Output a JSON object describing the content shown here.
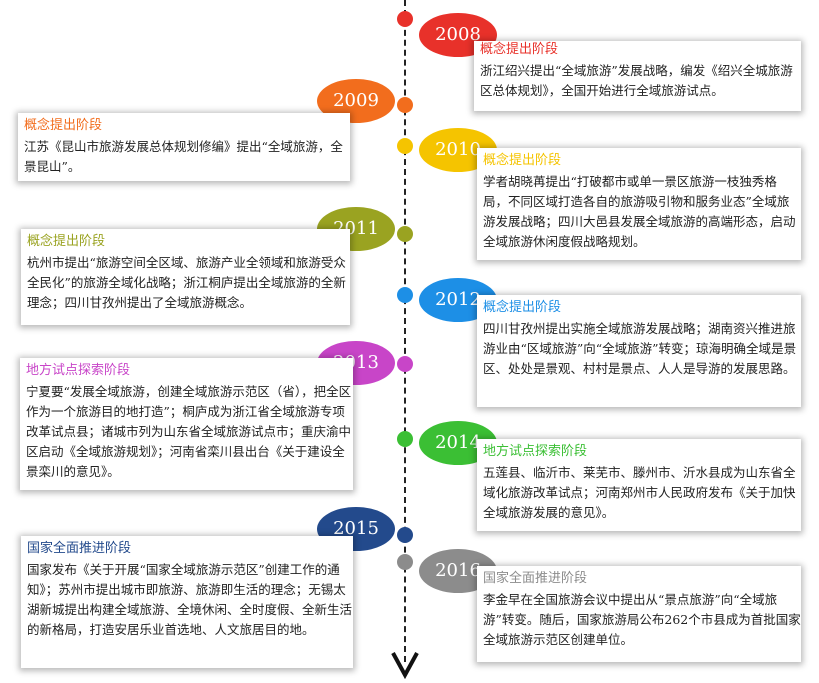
{
  "colors": {
    "2008": "#e8312a",
    "2009": "#f26d1d",
    "2010": "#f5c400",
    "2011": "#9aa321",
    "2012": "#1d8fe6",
    "2013": "#c845c8",
    "2014": "#3bbf34",
    "2015": "#234a8c",
    "2016": "#8c8c8c"
  },
  "entries": [
    {
      "year": "2008",
      "stage": "概念提出阶段",
      "text": "浙江绍兴提出“全域旅游”发展战略，编发《绍兴全城旅游区总体规划》，全国开始进行全域旅游试点。"
    },
    {
      "year": "2009",
      "stage": "概念提出阶段",
      "text": "江苏《昆山市旅游发展总体规划修编》提出“全域旅游，全景昆山”。"
    },
    {
      "year": "2010",
      "stage": "概念提出阶段",
      "text": "学者胡晓苒提出“打破都市或单一景区旅游一枝独秀格局，不同区域打造各自的旅游吸引物和服务业态”全域旅游发展战略；四川大邑县发展全域旅游的高端形态，启动全域旅游休闲度假战略规划。"
    },
    {
      "year": "2011",
      "stage": "概念提出阶段",
      "text": "杭州市提出“旅游空间全区域、旅游产业全领域和旅游受众全民化”的旅游全域化战略；浙江桐庐提出全域旅游的全新理念；四川甘孜州提出了全域旅游概念。"
    },
    {
      "year": "2012",
      "stage": "概念提出阶段",
      "text": "四川甘孜州提出实施全域旅游发展战略；湖南资兴推进旅游业由“区域旅游”向“全域旅游”转变；琼海明确全域是景区、处处是景观、村村是景点、人人是导游的发展思路。"
    },
    {
      "year": "2013",
      "stage": "地方试点探索阶段",
      "text": "宁夏要“发展全域旅游，创建全域旅游示范区（省），把全区作为一个旅游目的地打造”；桐庐成为浙江省全域旅游专项改革试点县；诸城市列为山东省全域旅游试点市；重庆渝中区启动《全域旅游规划》；河南省栾川县出台《关于建设全景栾川的意见》。"
    },
    {
      "year": "2014",
      "stage": "地方试点探索阶段",
      "text": "五莲县、临沂市、莱芜市、滕州市、沂水县成为山东省全域化旅游改革试点；河南郑州市人民政府发布《关于加快全域旅游发展的意见》。"
    },
    {
      "year": "2015",
      "stage": "国家全面推进阶段",
      "text": "国家发布《关于开展“国家全域旅游示范区”创建工作的通知》；苏州市提出城市即旅游、旅游即生活的理念；无锡太湖新城提出构建全域旅游、全境休闲、全时度假、全新生活的新格局，打造安居乐业首选地、人文旅居目的地。"
    },
    {
      "year": "2016",
      "stage": "国家全面推进阶段",
      "text": "李金早在全国旅游会议中提出从“景点旅游”向“全域旅游”转变。随后，国家旅游局公布262个市县成为首批国家全域旅游示范区创建单位。"
    }
  ]
}
